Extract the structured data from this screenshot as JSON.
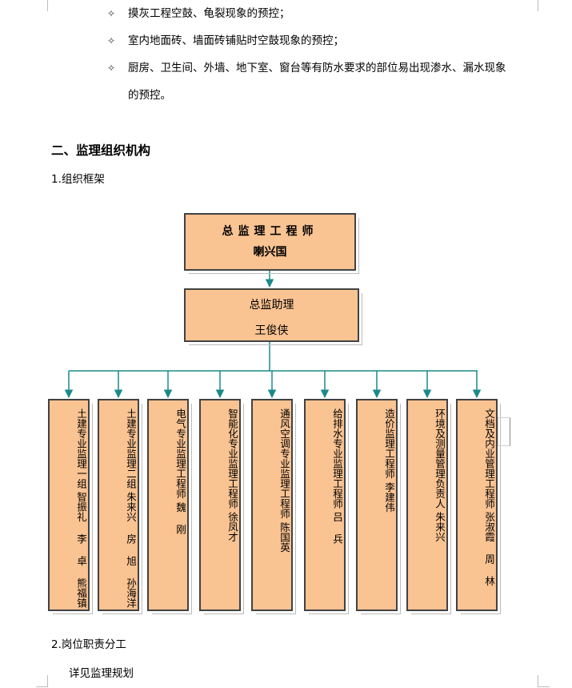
{
  "bullets": [
    {
      "marker": "✧",
      "text": "摸灰工程空鼓、龟裂现象的预控；"
    },
    {
      "marker": "✧",
      "text": "室内地面砖、墙面砖铺贴时空鼓现象的预控；"
    },
    {
      "marker": "✧",
      "text": "厨房、卫生间、外墙、地下室、窗台等有防水要求的部位易出现渗水、漏水现象"
    }
  ],
  "bullet_continuation": "的预控。",
  "section_heading": "二、监理组织机构",
  "sub1": "1.组织框架",
  "org": {
    "chief_title": "总监理工程师",
    "chief_name": "喇兴国",
    "assistant_title": "总监助理",
    "assistant_name": "王俊侠",
    "members": [
      {
        "role": "土建专业监理一组",
        "names": "智振礼 李 卓 熊福镇"
      },
      {
        "role": "土建专业监理二组",
        "names": "朱来兴 房 旭 孙海洋"
      },
      {
        "role": "电气专业监理工程师",
        "names": "魏 刚"
      },
      {
        "role": "智能化专业监理工程师",
        "names": "徐凤才"
      },
      {
        "role": "通风空调专业监理工程师",
        "names": "陈国英"
      },
      {
        "role": "给排水专业监理工程师",
        "names": "吕 兵"
      },
      {
        "role": "造价监理工程师",
        "names": "李建伟"
      },
      {
        "role": "环境及测量管理负责人",
        "names": "朱来兴"
      },
      {
        "role": "文档及内业管理工程师",
        "names": "张淑霞 周 林"
      }
    ]
  },
  "sub2": "2.岗位职责分工",
  "sub2_text": "详见监理规划",
  "colors": {
    "box_fill": "#fac392",
    "box_border": "#424242",
    "connector": "#1a8a8a"
  }
}
